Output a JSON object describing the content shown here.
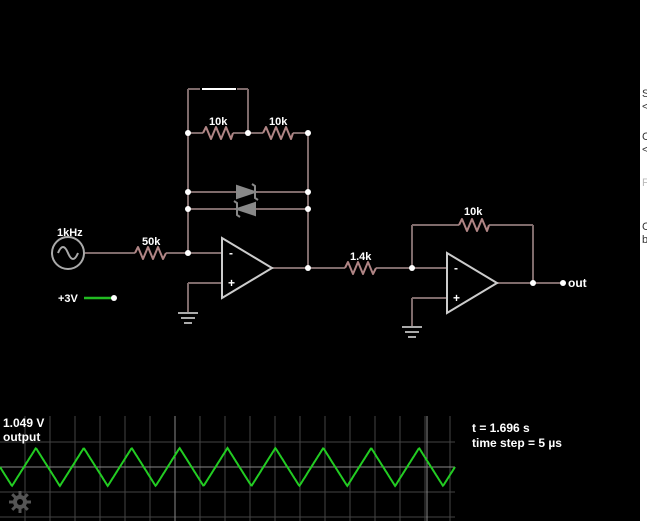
{
  "labels": {
    "source_freq": "1kHz",
    "dc_source": "+3V",
    "r_input": "50k",
    "r_fb1": "10k",
    "r_fb2": "10k",
    "r_mid": "1.4k",
    "r_fb3": "10k",
    "opamp1_minus": "-",
    "opamp1_plus": "+",
    "opamp2_minus": "-",
    "opamp2_plus": "+",
    "output": "out"
  },
  "scope": {
    "voltage": "1.049 V",
    "probe": "output"
  },
  "info": {
    "time": "t = 1.696 s",
    "time_step": "time step = 5 µs"
  },
  "side_panel": [
    "S",
    "<",
    "C",
    "<",
    "F",
    "C",
    "b"
  ],
  "colors": {
    "background": "#000000",
    "wire": "#7f6b6b",
    "node": "#ffffff",
    "component": "#b0b0b0",
    "dc_wire": "#22bb22",
    "trace": "#22cc22",
    "grid": "#444444"
  },
  "icons": [
    "ac-source-icon",
    "ground-icon",
    "settings-gear-icon"
  ],
  "waveform": {
    "type": "triangle",
    "cycles": 9.5
  }
}
